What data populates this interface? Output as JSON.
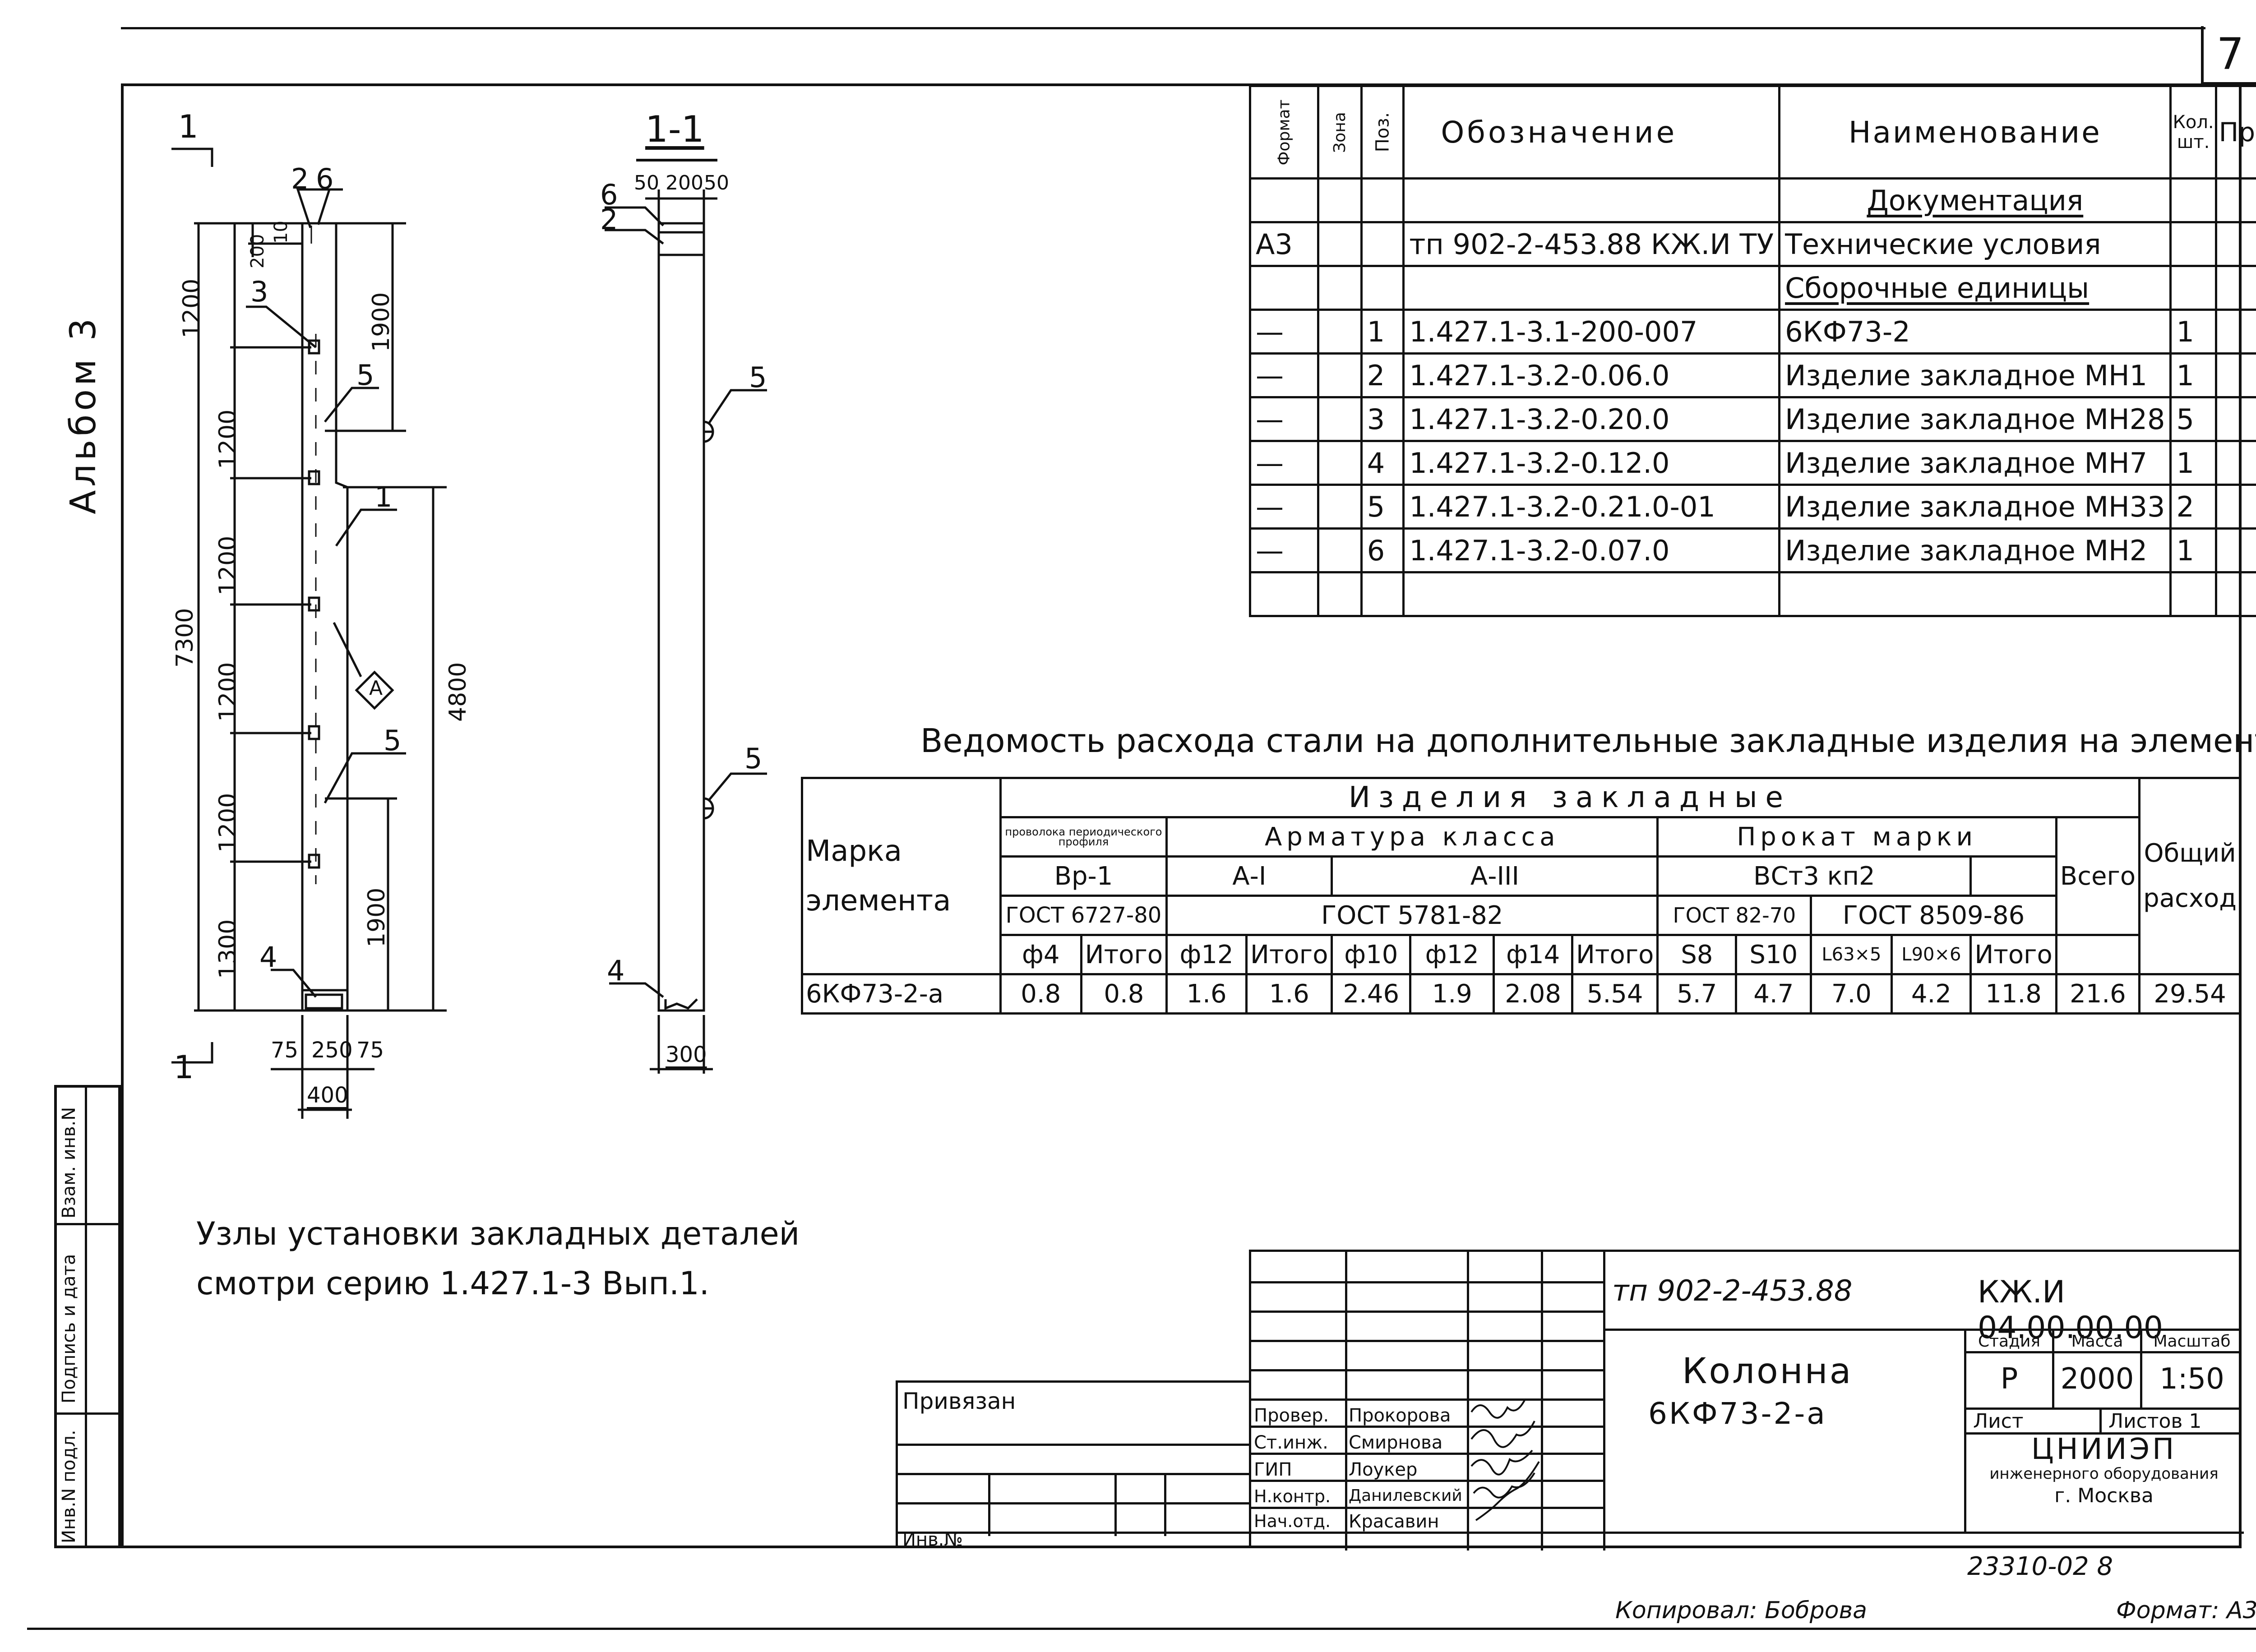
{
  "sheet_number": "7",
  "album_label": "Альбом 3",
  "drawing": {
    "section_mark_top": "1",
    "section_mark_bottom": "1",
    "section_title": "1-1",
    "dims_left": [
      "1200",
      "1200",
      "1200",
      "1200",
      "1200",
      "1300"
    ],
    "dim_total": "7300",
    "dim_top_small": "200",
    "dim_top_small2": "10",
    "dim_1900_top": "1900",
    "dim_1900_bottom": "1900",
    "dim_4800": "4800",
    "dims_bottom": [
      "75",
      "250",
      "75"
    ],
    "dim_400": "400",
    "section_dims_top": [
      "50",
      "200",
      "50"
    ],
    "dim_300": "300",
    "callouts": [
      "2",
      "6",
      "3",
      "5",
      "1",
      "5",
      "4",
      "6",
      "2",
      "5",
      "5",
      "4"
    ],
    "node_label": "А"
  },
  "note": {
    "line1": "Узлы установки закладных деталей",
    "line2": "смотри серию 1.427.1-3 Вып.1."
  },
  "spec_table": {
    "headers": {
      "format": "Формат",
      "zone": "Зона",
      "pos": "Поз.",
      "designation": "Обозначение",
      "name": "Наименование",
      "qty": "Кол. шт.",
      "note": "Примеч."
    },
    "section_docs": "Документация",
    "doc_row": {
      "format": "А3",
      "designation": "тп 902-2-453.88 КЖ.И ТУ",
      "name": "Технические условия"
    },
    "section_units": "Сборочные единицы",
    "rows": [
      {
        "format": "—",
        "pos": "1",
        "designation": "1.427.1-3.1-200-007",
        "name": "6КФ73-2",
        "qty": "1"
      },
      {
        "format": "—",
        "pos": "2",
        "designation": "1.427.1-3.2-0.06.0",
        "name": "Изделие закладное МН1",
        "qty": "1"
      },
      {
        "format": "—",
        "pos": "3",
        "designation": "1.427.1-3.2-0.20.0",
        "name": "Изделие закладное МН28",
        "qty": "5"
      },
      {
        "format": "—",
        "pos": "4",
        "designation": "1.427.1-3.2-0.12.0",
        "name": "Изделие закладное МН7",
        "qty": "1"
      },
      {
        "format": "—",
        "pos": "5",
        "designation": "1.427.1-3.2-0.21.0-01",
        "name": "Изделие закладное МН33",
        "qty": "2"
      },
      {
        "format": "—",
        "pos": "6",
        "designation": "1.427.1-3.2-0.07.0",
        "name": "Изделие закладное МН2",
        "qty": "1"
      }
    ]
  },
  "steel_table": {
    "title": "Ведомость расхода стали на дополнительные закладные изделия на элемент, кг.",
    "col_mark": "Марка элемента",
    "col_mark_l1": "Марка",
    "col_mark_l2": "элемента",
    "group": "Изделия закладные",
    "wire": "проволока периодического профиля",
    "rebar": "Арматура класса",
    "rolled": "Прокат марки",
    "total": "Всего",
    "overall": "Общий расход",
    "overall_l1": "Общий",
    "overall_l2": "расход",
    "class_bp": "Вр-1",
    "class_a1": "А-I",
    "class_a3": "А-III",
    "steel_grade": "ВСт3 кп2",
    "gost_wire": "ГОСТ 6727-80",
    "gost_rebar": "ГОСТ 5781-82",
    "gost_rolled1": "ГОСТ 82-70",
    "gost_rolled2": "ГОСТ 8509-86",
    "sizes": [
      "ф4",
      "Итого",
      "ф12",
      "Итого",
      "ф10",
      "ф12",
      "ф14",
      "Итого",
      "S8",
      "S10",
      "L63×5",
      "L90×6",
      "Итого"
    ],
    "row": {
      "mark": "6КФ73-2-а",
      "values": [
        "0.8",
        "0.8",
        "1.6",
        "1.6",
        "2.46",
        "1.9",
        "2.08",
        "5.54",
        "5.7",
        "4.7",
        "7.0",
        "4.2",
        "11.8",
        "21.6",
        "29.54"
      ]
    }
  },
  "title_block": {
    "project_code": "тп 902-2-453.88",
    "doc_code": "КЖ.И 04.00.00.00",
    "object_name": "Колонна",
    "object_mark": "6КФ73-2-а",
    "stage_label": "Стадия",
    "mass_label": "Масса",
    "scale_label": "Масштаб",
    "stage": "Р",
    "mass": "2000",
    "scale": "1:50",
    "sheet_label": "Лист",
    "sheets_label": "Листов 1",
    "org_name": "ЦНИИЭП",
    "org_line2": "инженерного оборудования",
    "org_city": "г. Москва",
    "linked_label": "Привязан",
    "inv_label": "Инв.№",
    "signers": [
      {
        "role": "Провер.",
        "name": "Прокорова"
      },
      {
        "role": "Ст.инж.",
        "name": "Смирнова"
      },
      {
        "role": "ГИП",
        "name": "Лоукер"
      },
      {
        "role": "Н.контр.",
        "name": "Данилевский"
      },
      {
        "role": "Нач.отд.",
        "name": "Красавин"
      }
    ],
    "archive_no": "23310-02 8",
    "copied_by": "Копировал: Боброва",
    "format": "Формат: А3"
  },
  "side_stamp": {
    "inv_orig": "Инв.N подл.",
    "sign_date": "Подпись и дата",
    "replace_inv": "Взам. инв.N"
  }
}
